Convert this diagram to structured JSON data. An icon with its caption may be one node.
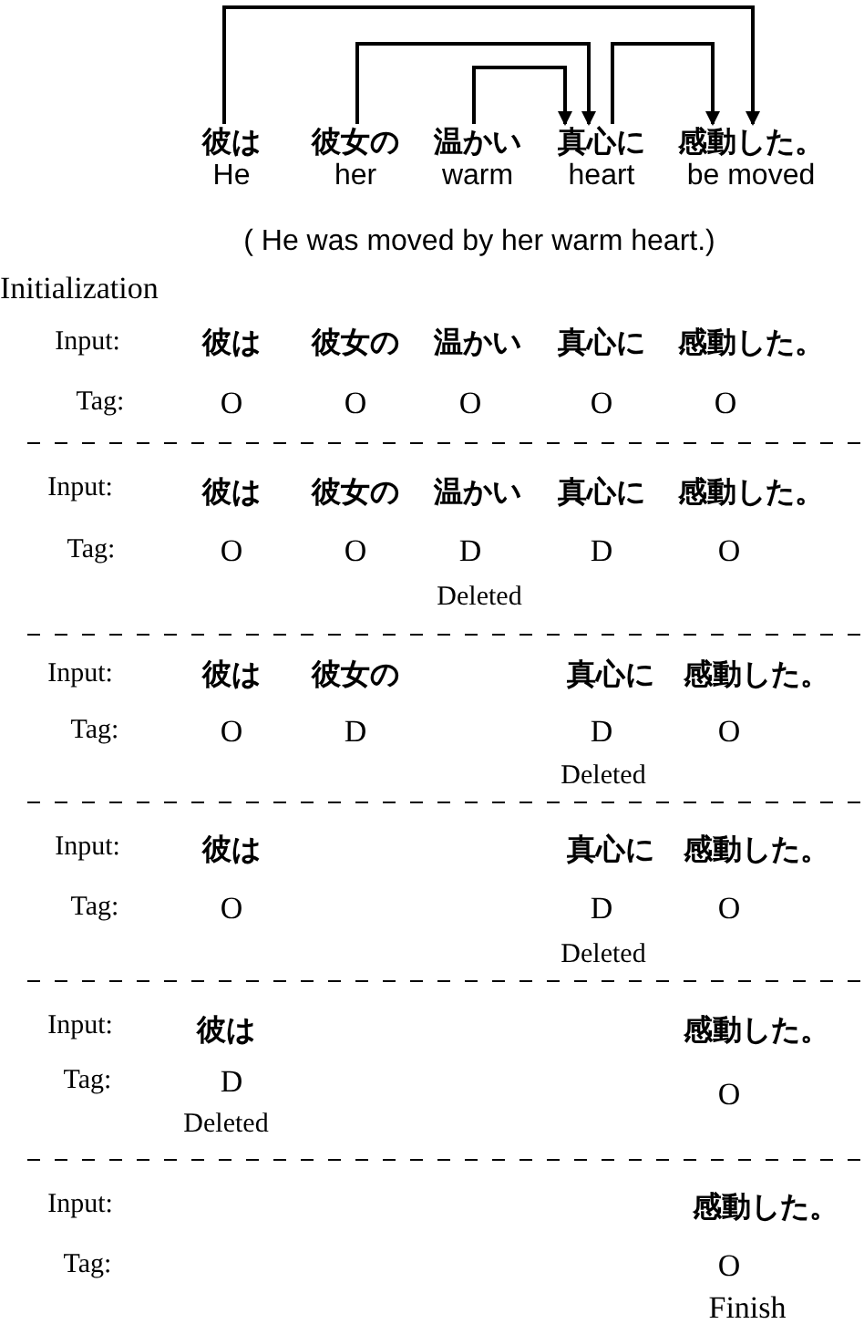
{
  "diagram": {
    "nodes": [
      {
        "text": [
          "彼は",
          "He"
        ]
      },
      {
        "text": [
          "彼女の",
          "her"
        ]
      },
      {
        "text": [
          "温かい",
          "warm"
        ]
      },
      {
        "text": [
          "真心に",
          "heart"
        ]
      },
      {
        "text": [
          "感動した。",
          "be moved"
        ]
      }
    ],
    "edges": [
      {
        "from": 0,
        "to": 4,
        "arrow": "to"
      },
      {
        "from": 1,
        "to": 3,
        "arrow": "to"
      },
      {
        "from": 2,
        "to": 3,
        "arrow": "to"
      },
      {
        "from": 3,
        "to": 4,
        "arrow": "to"
      }
    ],
    "labels": [
      "( He was moved by her warm heart.)",
      "Initialization",
      "Input:",
      "彼は",
      "彼女の",
      "温かい",
      "真心に",
      "感動した。",
      "Tag:",
      "O",
      "O",
      "O",
      "O",
      "O",
      "Input:",
      "彼は",
      "彼女の",
      "温かい",
      "真心に",
      "感動した。",
      "Tag:",
      "O",
      "O",
      "D",
      "D",
      "O",
      "Deleted",
      "Input:",
      "彼は",
      "彼女の",
      "真心に",
      "感動した。",
      "Tag:",
      "O",
      "D",
      "D",
      "O",
      "Deleted",
      "Input:",
      "彼は",
      "真心に",
      "感動した。",
      "Tag:",
      "O",
      "D",
      "O",
      "Deleted",
      "Input:",
      "彼は",
      "感動した。",
      "Tag:",
      "D",
      "O",
      "Deleted",
      "Input:",
      "感動した。",
      "Tag:",
      "O",
      "Finish"
    ]
  }
}
